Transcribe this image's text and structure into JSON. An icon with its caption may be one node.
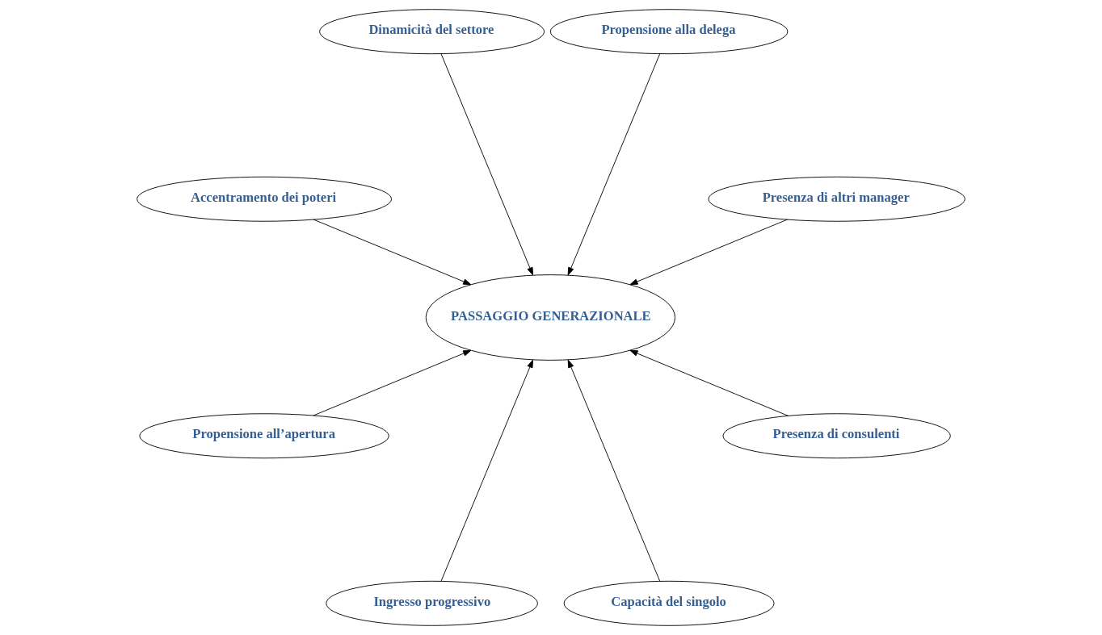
{
  "diagram": {
    "nodes": [
      {
        "text": [
          "Propensione alla delega"
        ]
      },
      {
        "text": [
          "Presenza di altri manager"
        ]
      },
      {
        "text": [
          "Dinamicità del settore"
        ]
      },
      {
        "text": [
          "Presenza di consulenti"
        ]
      },
      {
        "text": [
          "PASSAGGIO GENERAZIONALE"
        ]
      },
      {
        "text": [
          "Accentramento dei poteri"
        ]
      },
      {
        "text": [
          "Capacità del singolo"
        ]
      },
      {
        "text": [
          "Propensione all’apertura"
        ]
      },
      {
        "text": [
          "Ingresso progressivo"
        ]
      }
    ],
    "edges": [
      {
        "from": 1,
        "to": 4,
        "arrow": "to"
      },
      {
        "from": 0,
        "to": 4,
        "arrow": "to"
      },
      {
        "from": 2,
        "to": 4,
        "arrow": "to"
      },
      {
        "from": 3,
        "to": 4,
        "arrow": "to"
      },
      {
        "from": 5,
        "to": 4,
        "arrow": "to"
      },
      {
        "from": 6,
        "to": 4,
        "arrow": "to"
      },
      {
        "from": 8,
        "to": 4,
        "arrow": "to"
      },
      {
        "from": 7,
        "to": 4,
        "arrow": "to"
      }
    ]
  }
}
